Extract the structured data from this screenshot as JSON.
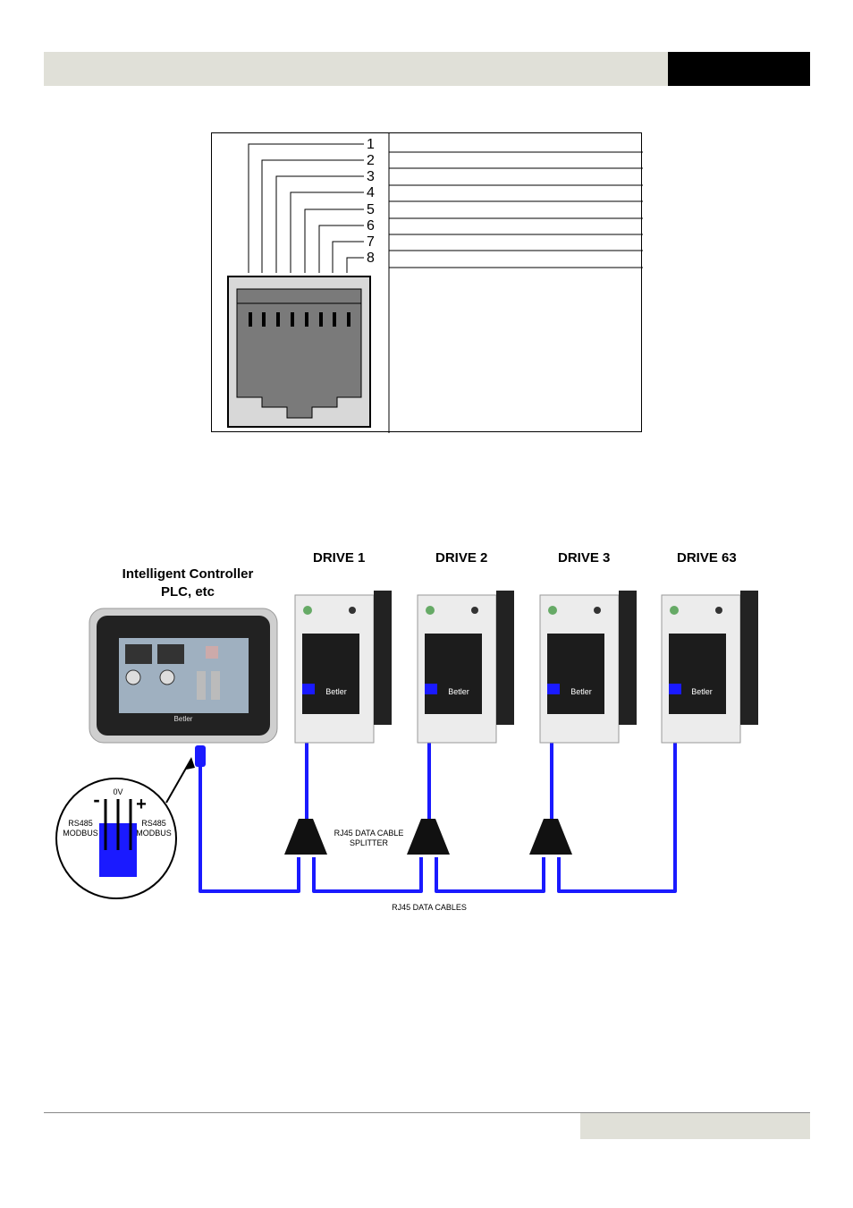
{
  "pinout": {
    "pins": [
      "1",
      "2",
      "3",
      "4",
      "5",
      "6",
      "7",
      "8"
    ]
  },
  "network": {
    "controller_label_line1": "Intelligent Controller",
    "controller_label_line2": "PLC, etc",
    "controller_brand": "Betler",
    "drives": [
      "DRIVE 1",
      "DRIVE 2",
      "DRIVE 3",
      "DRIVE 63"
    ],
    "drive_brand": "Betler",
    "splitter_label_line1": "RJ45 DATA CABLE",
    "splitter_label_line2": "SPLITTER",
    "cables_label": "RJ45 DATA CABLES",
    "inset": {
      "minus": "-",
      "zero": "0V",
      "plus": "+",
      "left_line1": "RS485",
      "left_line2": "MODBUS",
      "right_line1": "RS485",
      "right_line2": "MODBUS"
    },
    "cable_color": "#1a1aff"
  }
}
